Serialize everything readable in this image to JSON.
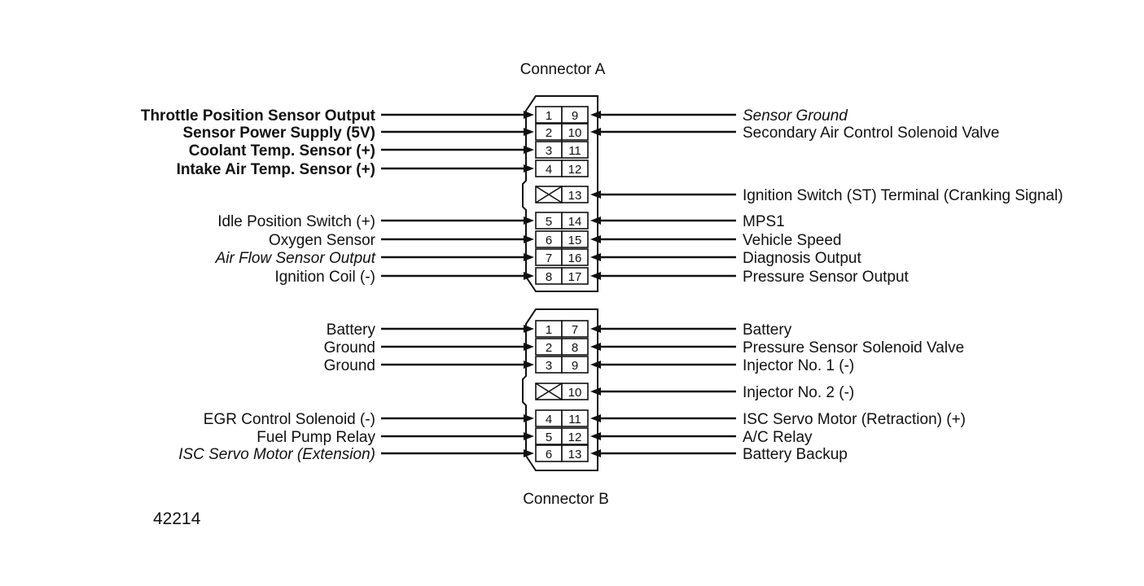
{
  "figure_number": "42214",
  "connector_a": {
    "title": "Connector A",
    "left": [
      {
        "pin": "1",
        "label": "Throttle Position Sensor Output",
        "style": "bold"
      },
      {
        "pin": "2",
        "label": "Sensor Power Supply (5V)",
        "style": "bold"
      },
      {
        "pin": "3",
        "label": "Coolant Temp. Sensor (+)",
        "style": "bold"
      },
      {
        "pin": "4",
        "label": "Intake Air Temp. Sensor (+)",
        "style": "bold"
      },
      {
        "pin": "5",
        "label": "Idle Position Switch (+)",
        "style": "normal"
      },
      {
        "pin": "6",
        "label": "Oxygen Sensor",
        "style": "normal"
      },
      {
        "pin": "7",
        "label": "Air Flow Sensor Output",
        "style": "italic"
      },
      {
        "pin": "8",
        "label": "Ignition Coil (-)",
        "style": "normal"
      }
    ],
    "right": [
      {
        "pin": "9",
        "label": "Sensor Ground",
        "style": "italic"
      },
      {
        "pin": "10",
        "label": "Secondary Air Control Solenoid Valve",
        "style": "normal"
      },
      {
        "pin": "11",
        "label": "",
        "style": "normal"
      },
      {
        "pin": "12",
        "label": "",
        "style": "normal"
      },
      {
        "pin": "13",
        "label": "Ignition Switch (ST) Terminal (Cranking Signal)",
        "style": "normal"
      },
      {
        "pin": "14",
        "label": "MPS1",
        "style": "normal"
      },
      {
        "pin": "15",
        "label": "Vehicle Speed",
        "style": "normal"
      },
      {
        "pin": "16",
        "label": "Diagnosis Output",
        "style": "normal"
      },
      {
        "pin": "17",
        "label": "Pressure Sensor Output",
        "style": "normal"
      }
    ]
  },
  "connector_b": {
    "title": "Connector B",
    "left": [
      {
        "pin": "1",
        "label": "Battery",
        "style": "normal"
      },
      {
        "pin": "2",
        "label": "Ground",
        "style": "normal"
      },
      {
        "pin": "3",
        "label": "Ground",
        "style": "normal"
      },
      {
        "pin": "4",
        "label": "EGR Control Solenoid (-)",
        "style": "normal"
      },
      {
        "pin": "5",
        "label": "Fuel Pump Relay",
        "style": "normal"
      },
      {
        "pin": "6",
        "label": "ISC Servo Motor (Extension)",
        "style": "italic"
      }
    ],
    "right": [
      {
        "pin": "7",
        "label": "Battery",
        "style": "normal"
      },
      {
        "pin": "8",
        "label": "Pressure Sensor Solenoid Valve",
        "style": "normal"
      },
      {
        "pin": "9",
        "label": "Injector No. 1 (-)",
        "style": "normal"
      },
      {
        "pin": "10",
        "label": "Injector No. 2 (-)",
        "style": "normal"
      },
      {
        "pin": "11",
        "label": "ISC Servo Motor (Retraction) (+)",
        "style": "normal"
      },
      {
        "pin": "12",
        "label": "A/C Relay",
        "style": "normal"
      },
      {
        "pin": "13",
        "label": "Battery Backup",
        "style": "normal"
      }
    ]
  }
}
